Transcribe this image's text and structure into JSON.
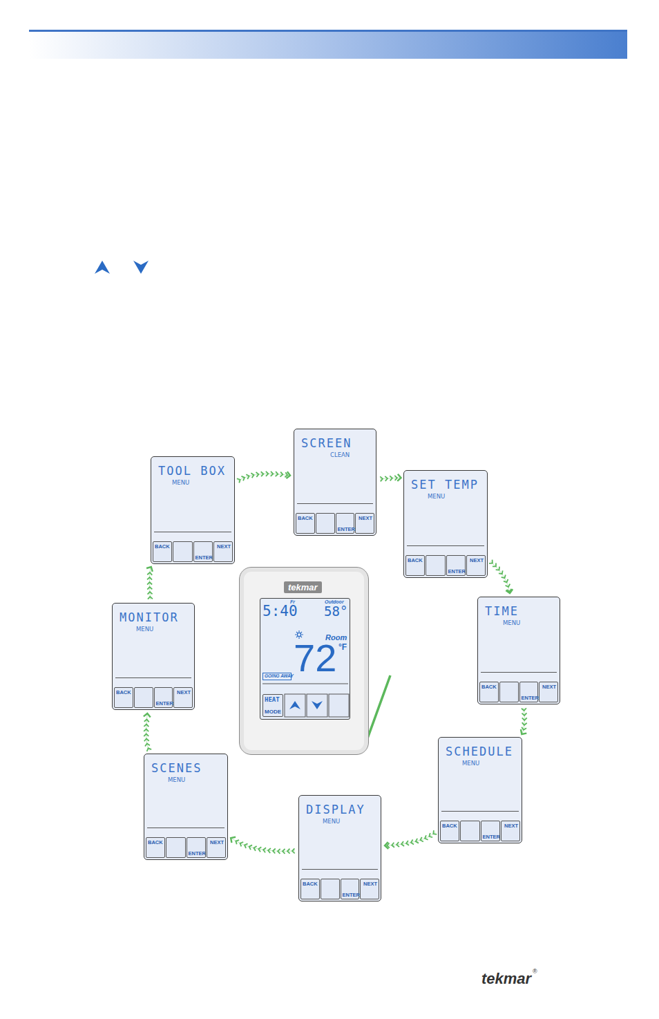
{
  "diagram": {
    "nodes": [
      {
        "text": [
          "SCREEN",
          "CLEAN"
        ]
      },
      {
        "text": [
          "BACK"
        ],
        "in": 0
      },
      {
        "text": [
          "ENTER"
        ],
        "in": 0
      },
      {
        "text": [
          "NEXT"
        ],
        "in": 0
      },
      {
        "text": [
          "SET TEMP",
          "MENU"
        ]
      },
      {
        "text": [
          "BACK"
        ],
        "in": 4
      },
      {
        "text": [
          "ENTER"
        ],
        "in": 4
      },
      {
        "text": [
          "NEXT"
        ],
        "in": 4
      },
      {
        "text": [
          "TIME",
          "MENU"
        ]
      },
      {
        "text": [
          "BACK"
        ],
        "in": 8
      },
      {
        "text": [
          "ENTER"
        ],
        "in": 8
      },
      {
        "text": [
          "NEXT"
        ],
        "in": 8
      },
      {
        "text": [
          "SCHEDULE",
          "MENU"
        ]
      },
      {
        "text": [
          "BACK"
        ],
        "in": 12
      },
      {
        "text": [
          "ENTER"
        ],
        "in": 12
      },
      {
        "text": [
          "NEXT"
        ],
        "in": 12
      },
      {
        "text": [
          "DISPLAY",
          "MENU"
        ]
      },
      {
        "text": [
          "BACK"
        ],
        "in": 16
      },
      {
        "text": [
          "ENTER"
        ],
        "in": 16
      },
      {
        "text": [
          "NEXT"
        ],
        "in": 16
      },
      {
        "text": [
          "SCENES",
          "MENU"
        ]
      },
      {
        "text": [
          "BACK"
        ],
        "in": 20
      },
      {
        "text": [
          "ENTER"
        ],
        "in": 20
      },
      {
        "text": [
          "NEXT"
        ],
        "in": 20
      },
      {
        "text": [
          "MONITOR",
          "MENU"
        ]
      },
      {
        "text": [
          "BACK"
        ],
        "in": 24
      },
      {
        "text": [
          "ENTER"
        ],
        "in": 24
      },
      {
        "text": [
          "NEXT"
        ],
        "in": 24
      },
      {
        "text": [
          "TOOL BOX",
          "MENU"
        ]
      },
      {
        "text": [
          "BACK"
        ],
        "in": 28
      },
      {
        "text": [
          "ENTER"
        ],
        "in": 28
      },
      {
        "text": [
          "NEXT"
        ],
        "in": 28
      },
      {
        "text": [
          "tekmar"
        ]
      },
      {
        "text": [
          "5:40",
          "Fr",
          "Outdoor",
          "58°",
          "Room",
          "72",
          "°F"
        ],
        "in": 32
      },
      {
        "text": [
          "GOING AWAY"
        ],
        "in": 33
      },
      {
        "text": [
          "HEAT",
          "MODE"
        ],
        "in": 33
      }
    ],
    "edges": [
      {
        "from": 0,
        "to": 4,
        "arrow": "to"
      },
      {
        "from": 4,
        "to": 8,
        "arrow": "to"
      },
      {
        "from": 8,
        "to": 12,
        "arrow": "to"
      },
      {
        "from": 12,
        "to": 16,
        "arrow": "to"
      },
      {
        "from": 16,
        "to": 20,
        "arrow": "to"
      },
      {
        "from": 20,
        "to": 24,
        "arrow": "to"
      },
      {
        "from": 24,
        "to": 28,
        "arrow": "to"
      },
      {
        "from": 28,
        "to": 0,
        "arrow": "to"
      }
    ],
    "labels": [
      "tekmar",
      "®"
    ]
  }
}
